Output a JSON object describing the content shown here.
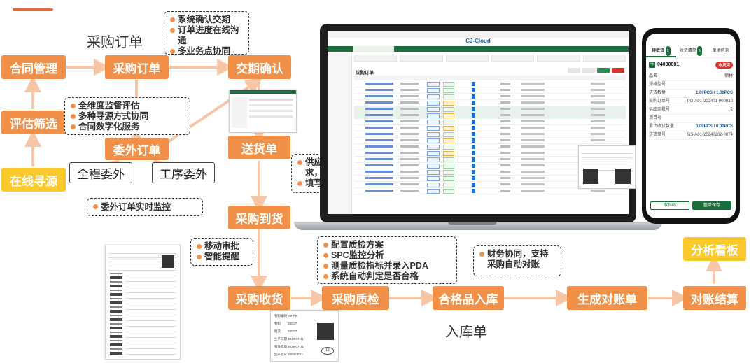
{
  "diagram": {
    "section_labels": {
      "purchase_order": "采购订单",
      "warehouse_receipt": "入库单"
    },
    "nodes": {
      "contract_management": "合同管理",
      "purchase_order": "采购订单",
      "delivery_confirm": "交期确认",
      "evaluation_screening": "评估筛选",
      "online_sourcing": "在线寻源",
      "outsourcing_order": "委外订单",
      "full_outsourcing": "全程委外",
      "process_outsourcing": "工序委外",
      "delivery_note": "送货单",
      "purchase_arrival": "采购到货",
      "purchase_receipt": "采购收货",
      "purchase_qc": "采购质检",
      "qualified_storage": "合格品入库",
      "generate_statement": "生成对账单",
      "reconciliation": "对账结算",
      "analysis_board": "分析看板"
    },
    "notes": {
      "delivery_confirm": [
        "系统确认交期",
        "订单进度在线沟通",
        "多业务点协同"
      ],
      "evaluation": [
        "全维度监督评估",
        "多种寻源方式协同",
        "合同数字化服务"
      ],
      "outsourcing_monitor": [
        "委外订单实时监控"
      ],
      "supplier": [
        "供应商按照采购方要求，完成打码贴码",
        "填写送货单信息"
      ],
      "mobile": [
        "移动审批",
        "智能提醒"
      ],
      "qc": [
        "配置质检方案",
        "SPC监控分析",
        "测量质检指标并录入PDA",
        "系统自动判定是否合格"
      ],
      "finance": [
        "财务协同，支持采购自动对账"
      ]
    }
  },
  "laptop_app": {
    "title": "CJ-Cloud",
    "table_title": "采购订单"
  },
  "phone_app": {
    "tabs": [
      "待收货",
      "收货清单",
      "单据信息"
    ],
    "tab_badges": [
      "1",
      "1"
    ],
    "doc_tag": "下",
    "doc_no": "04030001",
    "action_btn": "收货完",
    "lines": [
      {
        "k": "品名",
        "v": "钢材"
      },
      {
        "k": "规格型号",
        "v": ""
      },
      {
        "k": "送货数量",
        "v": "1.00PCS / 1.00PCS"
      },
      {
        "k": "采购订单号",
        "v": "PO-A01-202401-000010"
      },
      {
        "k": "供应商批号",
        "v": "2"
      },
      {
        "k": "项目号",
        "v": ""
      },
      {
        "k": "累计收货数量",
        "v": "0.00PCS / 0.00PCS"
      },
      {
        "k": "送货单号",
        "v": "GS-A01-20240202-0074"
      }
    ],
    "buttons": [
      "取料码",
      "整单保存"
    ]
  },
  "label_card": {
    "rows": [
      {
        "k": "物料编码",
        "v": "M0-PK"
      },
      {
        "k": "物料",
        "v": "03C07"
      },
      {
        "k": "批次",
        "v": "03C07"
      },
      {
        "k": "生产日期",
        "v": "2019-07-11"
      },
      {
        "k": "有效日期",
        "v": "2019-07-11"
      },
      {
        "k": "生产批号",
        "v": "20036 P02"
      }
    ],
    "qty": "12"
  },
  "colors": {
    "orange": "#f19048",
    "yellow": "#fdca2e",
    "arrow": "#f7c6a6",
    "accent": "#e9673a"
  }
}
